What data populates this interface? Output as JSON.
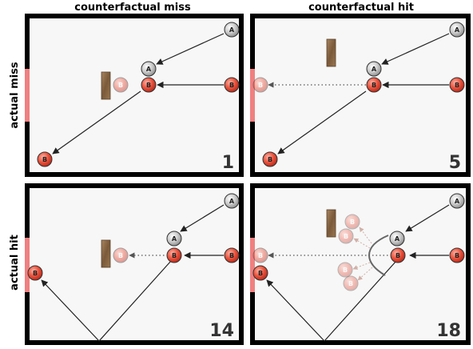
{
  "columns": [
    "counterfactual miss",
    "counterfactual hit"
  ],
  "rows": [
    "actual miss",
    "actual hit"
  ],
  "panels": [
    {
      "number": "1"
    },
    {
      "number": "5"
    },
    {
      "number": "14"
    },
    {
      "number": "18"
    }
  ],
  "balls": {
    "a_label": "A",
    "b_label": "B"
  },
  "colors": {
    "ball_a": "#c9c9c9",
    "ball_b": "#e8503a",
    "goal": "#f08080",
    "brick": "#8b6b4a",
    "wall": "#000000",
    "background": "#f7f7f7"
  }
}
